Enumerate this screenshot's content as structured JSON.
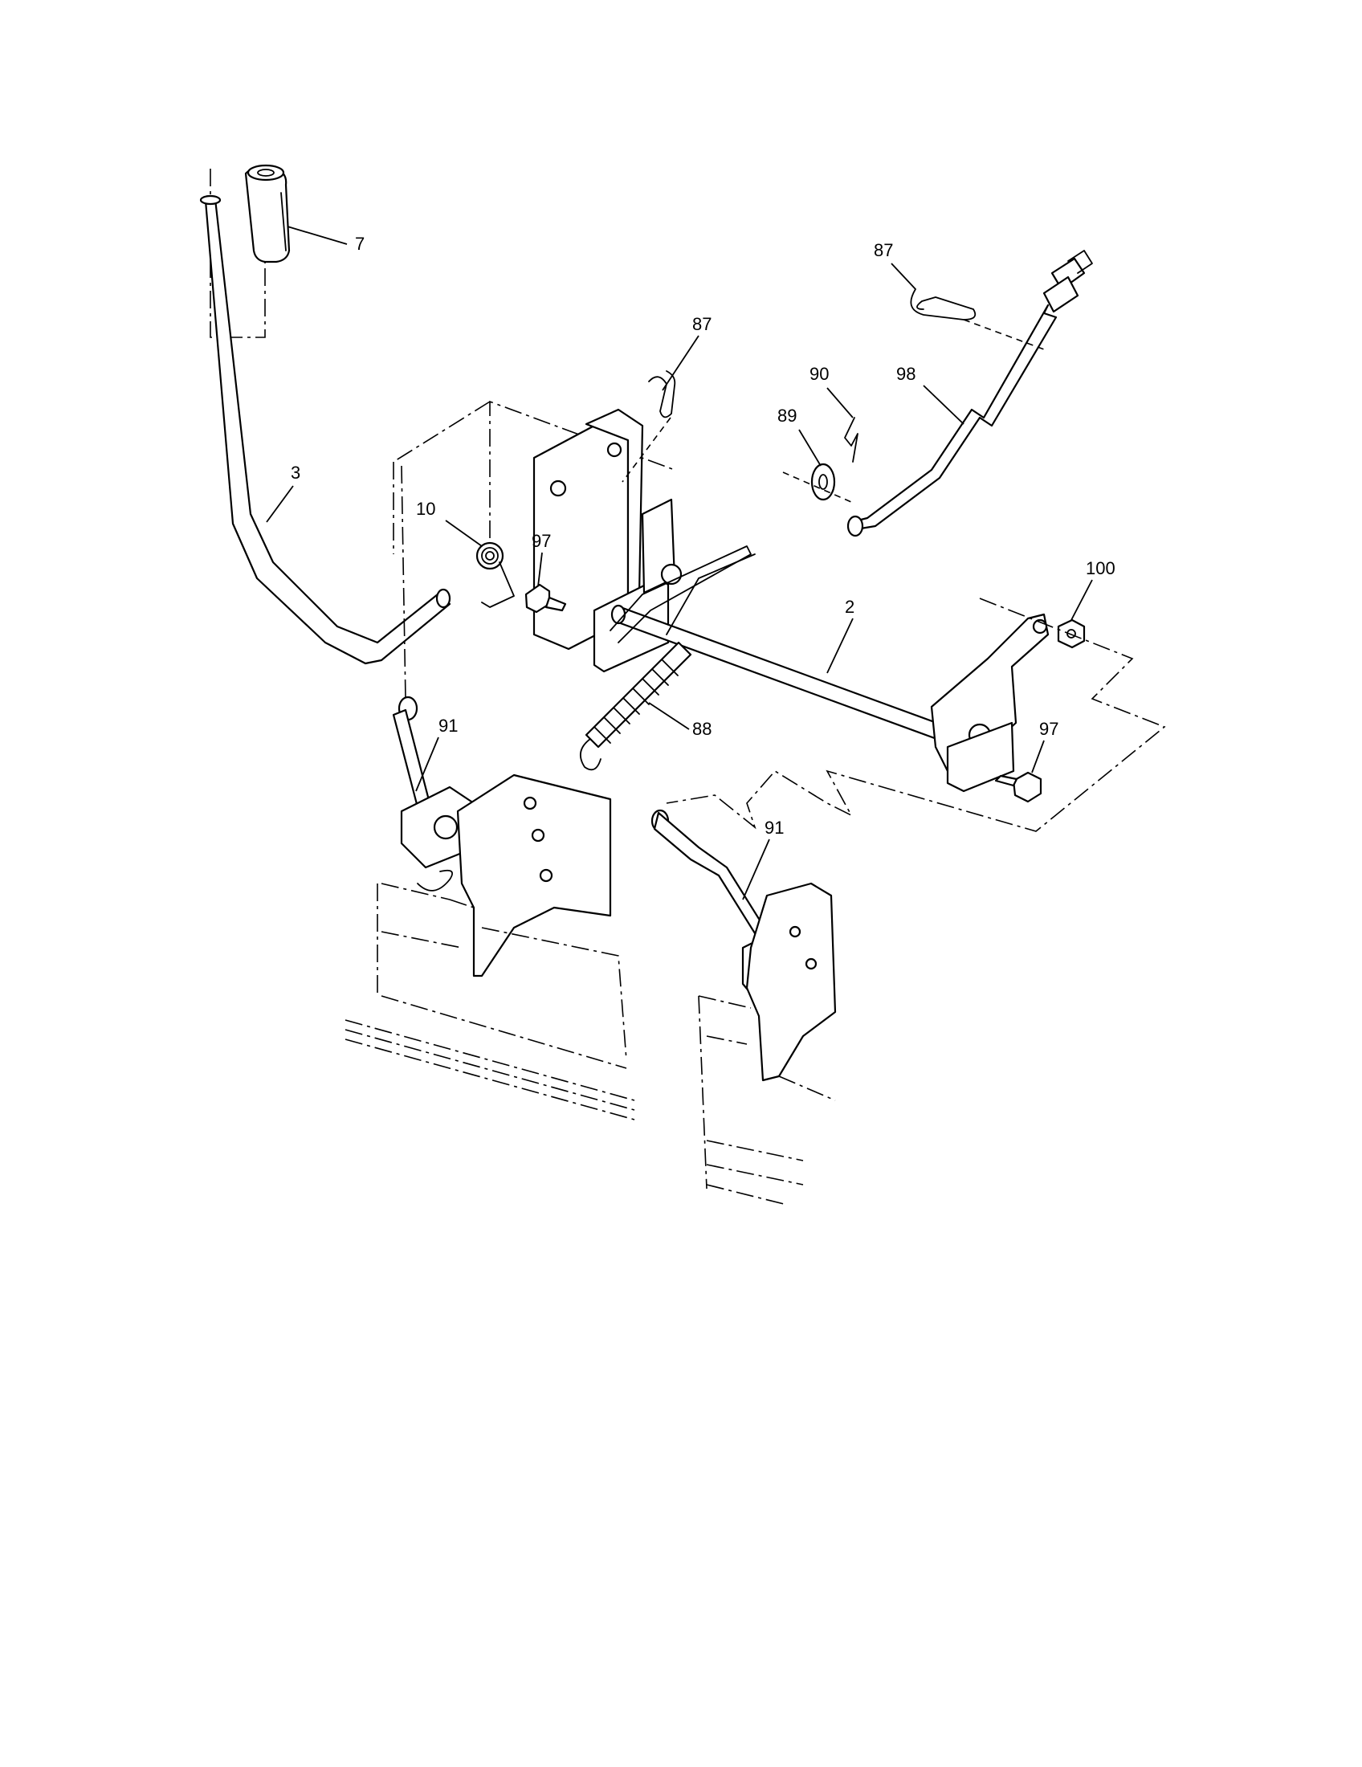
{
  "callouts": [
    {
      "id": "c7",
      "label": "7"
    },
    {
      "id": "c87a",
      "label": "87"
    },
    {
      "id": "c87b",
      "label": "87"
    },
    {
      "id": "c90",
      "label": "90"
    },
    {
      "id": "c98",
      "label": "98"
    },
    {
      "id": "c89",
      "label": "89"
    },
    {
      "id": "c3",
      "label": "3"
    },
    {
      "id": "c10",
      "label": "10"
    },
    {
      "id": "c97a",
      "label": "97"
    },
    {
      "id": "c100",
      "label": "100"
    },
    {
      "id": "c2",
      "label": "2"
    },
    {
      "id": "c91a",
      "label": "91"
    },
    {
      "id": "c88",
      "label": "88"
    },
    {
      "id": "c97b",
      "label": "97"
    },
    {
      "id": "c91b",
      "label": "91"
    }
  ]
}
